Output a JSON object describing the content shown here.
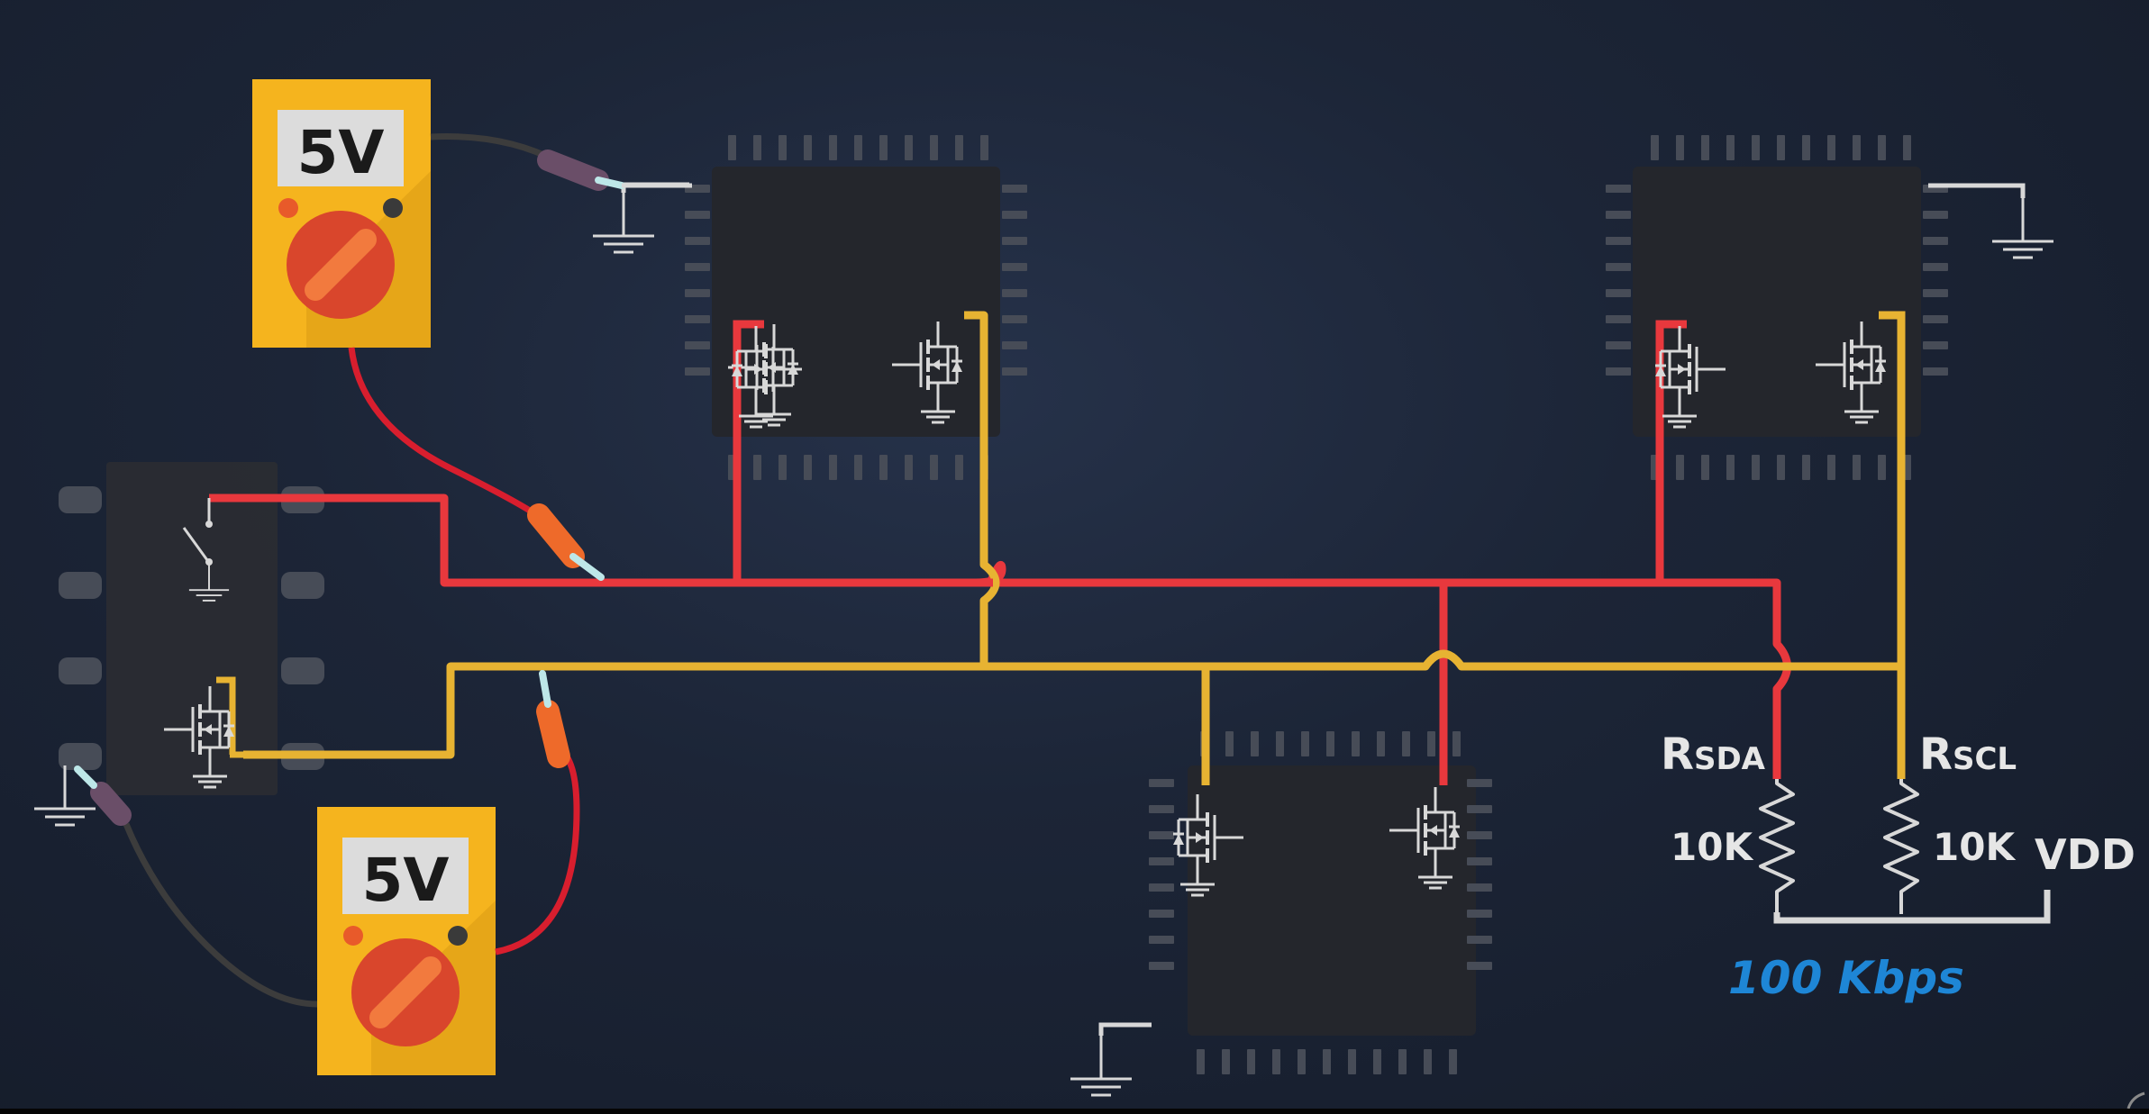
{
  "colors": {
    "sda_wire": "#e8383d",
    "scl_wire": "#e7b332",
    "meter_body": "#f5b41e",
    "meter_knob": "#d9462c",
    "speed_text": "#1e86d6",
    "symbol_line": "#d8d8d8"
  },
  "meter_top": {
    "reading": "5V"
  },
  "meter_bottom": {
    "reading": "5V"
  },
  "resistors": {
    "sda": {
      "label_main": "R",
      "label_sub": "SDA",
      "value": "10K"
    },
    "scl": {
      "label_main": "R",
      "label_sub": "SCL",
      "value": "10K"
    }
  },
  "supply_label": "VDD",
  "bus_speed": "100 Kbps"
}
